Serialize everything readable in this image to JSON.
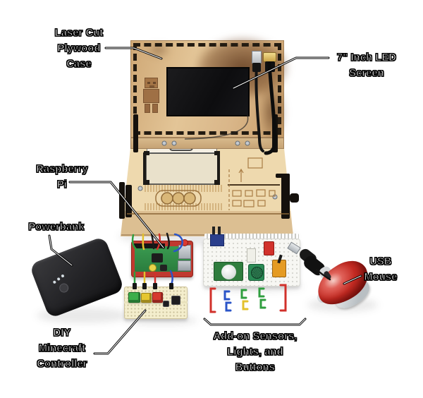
{
  "figure": {
    "type": "annotated product photo",
    "subject": "DIY wooden computer kit with screen, Raspberry Pi, breadboards, powerbank and mouse",
    "background": "#ffffff"
  },
  "colors": {
    "label_text": "#ffffff",
    "label_outline": "#000000",
    "leader_line": "#000000",
    "plywood": "#d9b689",
    "screen": "#101012",
    "pi_case_red": "#c0392f",
    "mouse_red": "#c32a22",
    "button_green": "#3cae4a",
    "button_yellow": "#e5c62f",
    "button_red": "#d63a2e"
  },
  "annotations": [
    {
      "id": "laser-cut-case",
      "text": "Laser Cut\nPlywood\nCase"
    },
    {
      "id": "led-screen",
      "text": "7\" Inch LED\nScreen"
    },
    {
      "id": "raspberry-pi",
      "text": "Raspberry\nPi"
    },
    {
      "id": "powerbank",
      "text": "Powerbank"
    },
    {
      "id": "diy-minecraft-controller",
      "text": "DIY\nMinecraft\nController"
    },
    {
      "id": "addon-sensors",
      "text": "Add-on Sensors,\nLights, and\nButtons"
    },
    {
      "id": "usb-mouse",
      "text": "USB\nMouse"
    }
  ]
}
